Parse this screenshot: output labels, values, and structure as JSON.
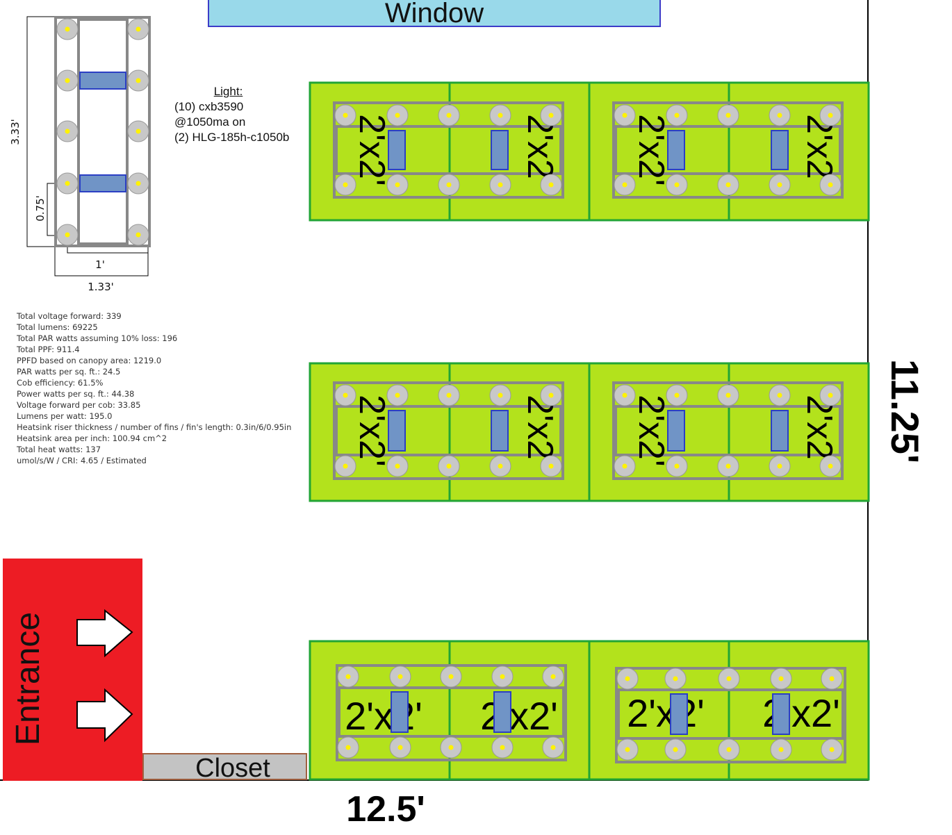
{
  "window_label": "Window",
  "entrance_label": "Entrance",
  "closet_label": "Closet",
  "room_width": "12.5'",
  "room_depth": "11.25'",
  "panel_label": "2'x2'",
  "colors": {
    "tray": "#b3e21c",
    "tray_border": "#22a535",
    "frame": "#888888",
    "heatsink": "#7094c6",
    "heatsink_border": "#2b3fc4",
    "led_ring": "#c8c8c8",
    "led_center": "#fff200",
    "window": "#99d9ea",
    "window_border": "#3c3cc8",
    "entrance": "#ed1c24",
    "closet": "#c3c3c3",
    "closet_border": "#a06040"
  },
  "detail": {
    "height_dim": "3.33'",
    "spacing_dim": "0.75'",
    "inner_width_dim": "1'",
    "outer_width_dim": "1.33'"
  },
  "light_info": {
    "header": "Light:",
    "lines": [
      "(10) cxb3590",
      "@1050ma on",
      "(2) HLG-185h-c1050b"
    ]
  },
  "stats": [
    "Total voltage forward: 339",
    "Total lumens: 69225",
    "Total PAR watts assuming 10% loss: 196",
    "Total PPF: 911.4",
    "PPFD based on canopy area: 1219.0",
    "PAR watts per sq. ft.: 24.5",
    "Cob efficiency: 61.5%",
    "Power watts per sq. ft.: 44.38",
    "Voltage forward per cob: 33.85",
    "Lumens per watt: 195.0",
    "Heatsink riser thickness / number of fins / fin's length: 0.3in/6/0.95in",
    "Heatsink area per inch: 100.94 cm^2",
    "Total heat watts: 137",
    "umol/s/W / CRI: 4.65 / Estimated"
  ]
}
